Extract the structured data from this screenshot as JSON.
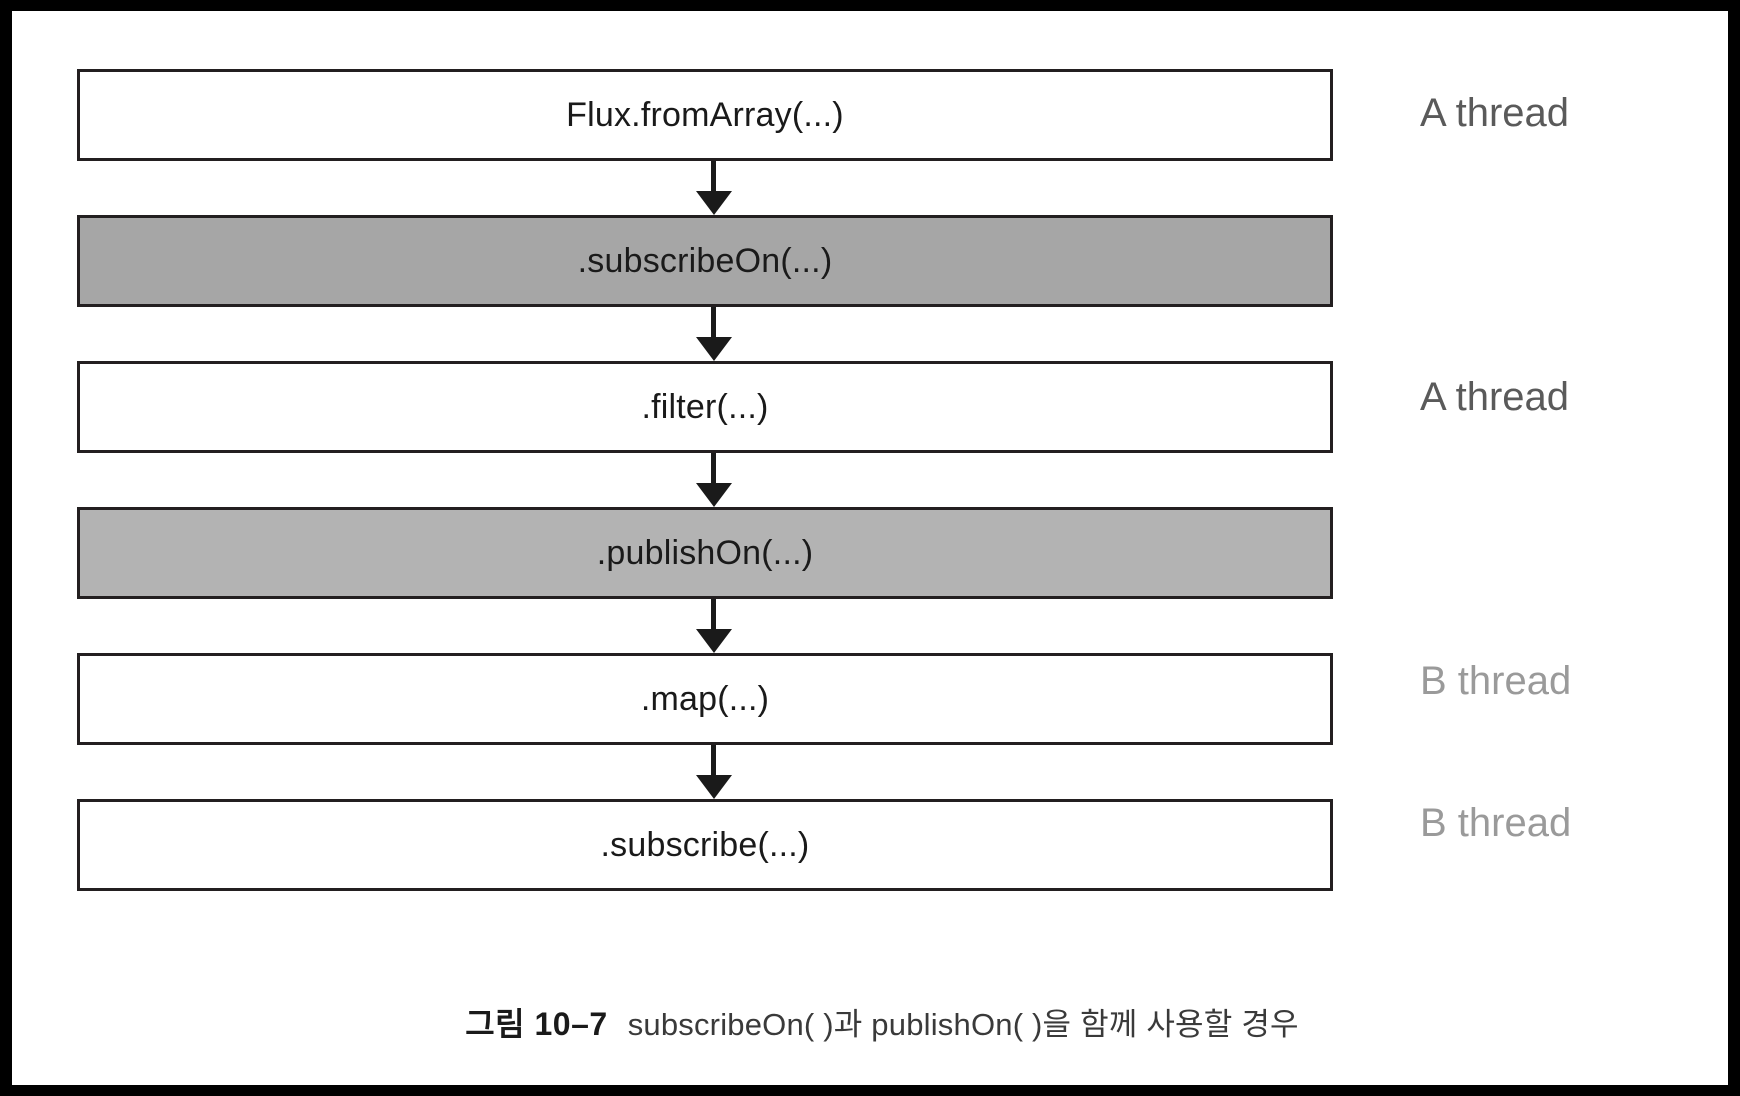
{
  "figure": {
    "frame_color": "#000000",
    "canvas_color": "#ffffff"
  },
  "pipeline": {
    "stages": [
      {
        "label": "Flux.fromArray(...)",
        "fill": "white",
        "fill_color": "#ffffff"
      },
      {
        "label": ".subscribeOn(...)",
        "fill": "gray-dark",
        "fill_color": "#a6a6a6"
      },
      {
        "label": ".filter(...)",
        "fill": "white",
        "fill_color": "#ffffff"
      },
      {
        "label": ".publishOn(...)",
        "fill": "gray-light",
        "fill_color": "#b3b3b3"
      },
      {
        "label": ".map(...)",
        "fill": "white",
        "fill_color": "#ffffff"
      },
      {
        "label": ".subscribe(...)",
        "fill": "white",
        "fill_color": "#ffffff"
      }
    ],
    "arrow_count": 5,
    "arrow_direction": "down"
  },
  "thread_tags": [
    {
      "label": "A thread",
      "tone": "dark",
      "color": "#5a5a5a",
      "stage_index": 0
    },
    {
      "label": "A thread",
      "tone": "dark",
      "color": "#5a5a5a",
      "stage_index": 2
    },
    {
      "label": "B thread",
      "tone": "light",
      "color": "#9a9a9a",
      "stage_index": 4
    },
    {
      "label": "B thread",
      "tone": "light",
      "color": "#9a9a9a",
      "stage_index": 5
    }
  ],
  "caption": {
    "number": "그림 10–7",
    "text": "subscribeOn( )과 publishOn( )을 함께 사용할 경우"
  }
}
